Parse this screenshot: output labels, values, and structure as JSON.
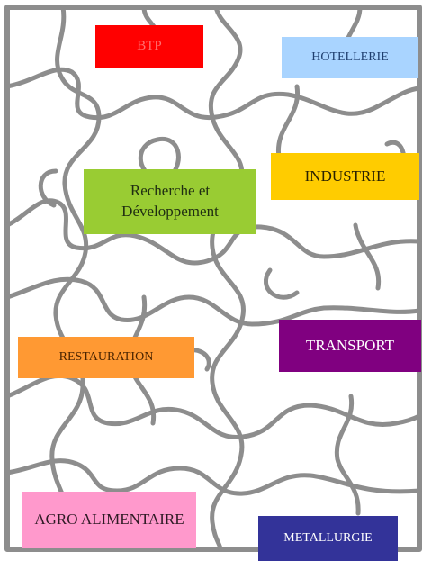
{
  "diagram": {
    "tiles": [
      {
        "id": "btp",
        "label": "BTP",
        "bg": "#ff0000",
        "color": "#ff6e6e"
      },
      {
        "id": "hotellerie",
        "label": "HOTELLERIE",
        "bg": "#a9d4ff",
        "color": "#1f3f6f"
      },
      {
        "id": "rd",
        "label": "Recherche et Développement",
        "bg": "#99cc33",
        "color": "#1f2d12"
      },
      {
        "id": "industrie",
        "label": "INDUSTRIE",
        "bg": "#ffcc00",
        "color": "#2a2200"
      },
      {
        "id": "transport",
        "label": "TRANSPORT",
        "bg": "#800080",
        "color": "#ffffff"
      },
      {
        "id": "restauration",
        "label": "RESTAURATION",
        "bg": "#ff9933",
        "color": "#4a2400"
      },
      {
        "id": "agro",
        "label": "AGRO ALIMENTAIRE",
        "bg": "#ff99cc",
        "color": "#2e1a24"
      },
      {
        "id": "metallurgie",
        "label": "METALLURGIE",
        "bg": "#333399",
        "color": "#ffffff"
      }
    ]
  }
}
